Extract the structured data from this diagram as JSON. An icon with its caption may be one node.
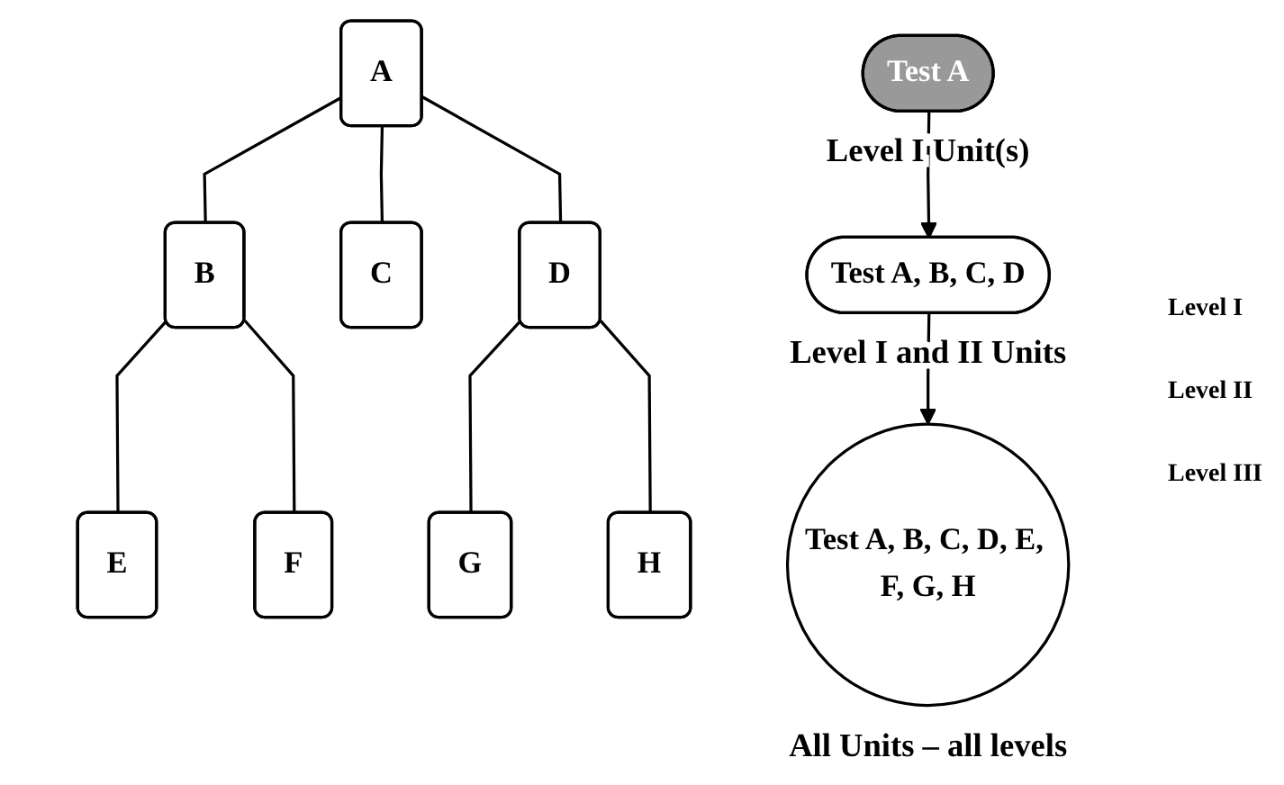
{
  "diagram": {
    "nodes": [
      {
        "text": [
          "A"
        ]
      },
      {
        "text": [
          "B"
        ]
      },
      {
        "text": [
          "C"
        ]
      },
      {
        "text": [
          "D"
        ]
      },
      {
        "text": [
          "E"
        ]
      },
      {
        "text": [
          "F"
        ]
      },
      {
        "text": [
          "G"
        ]
      },
      {
        "text": [
          "H"
        ]
      },
      {
        "text": [
          "Test A"
        ],
        "beside": [
          "Level  I Unit(s)"
        ]
      },
      {
        "text": [
          "Test A, B, C, D"
        ],
        "beside": [
          "Level I and II Units"
        ]
      },
      {
        "text": [
          "Test A, B, C, D, E, F, G, H"
        ],
        "beside": [
          "All Units – all levels"
        ]
      }
    ],
    "edges": [
      {
        "from": 0,
        "to": 1,
        "arrow": "none"
      },
      {
        "from": 0,
        "to": 2,
        "arrow": "none"
      },
      {
        "from": 0,
        "to": 3,
        "arrow": "none"
      },
      {
        "from": 1,
        "to": 4,
        "arrow": "none"
      },
      {
        "from": 1,
        "to": 5,
        "arrow": "none"
      },
      {
        "from": 3,
        "to": 6,
        "arrow": "none"
      },
      {
        "from": 3,
        "to": 7,
        "arrow": "none"
      },
      {
        "from": 8,
        "to": 9,
        "arrow": "to"
      },
      {
        "from": 9,
        "to": 10,
        "arrow": "to"
      }
    ],
    "labels": [
      "Level I",
      "Level II",
      "Level III"
    ]
  }
}
